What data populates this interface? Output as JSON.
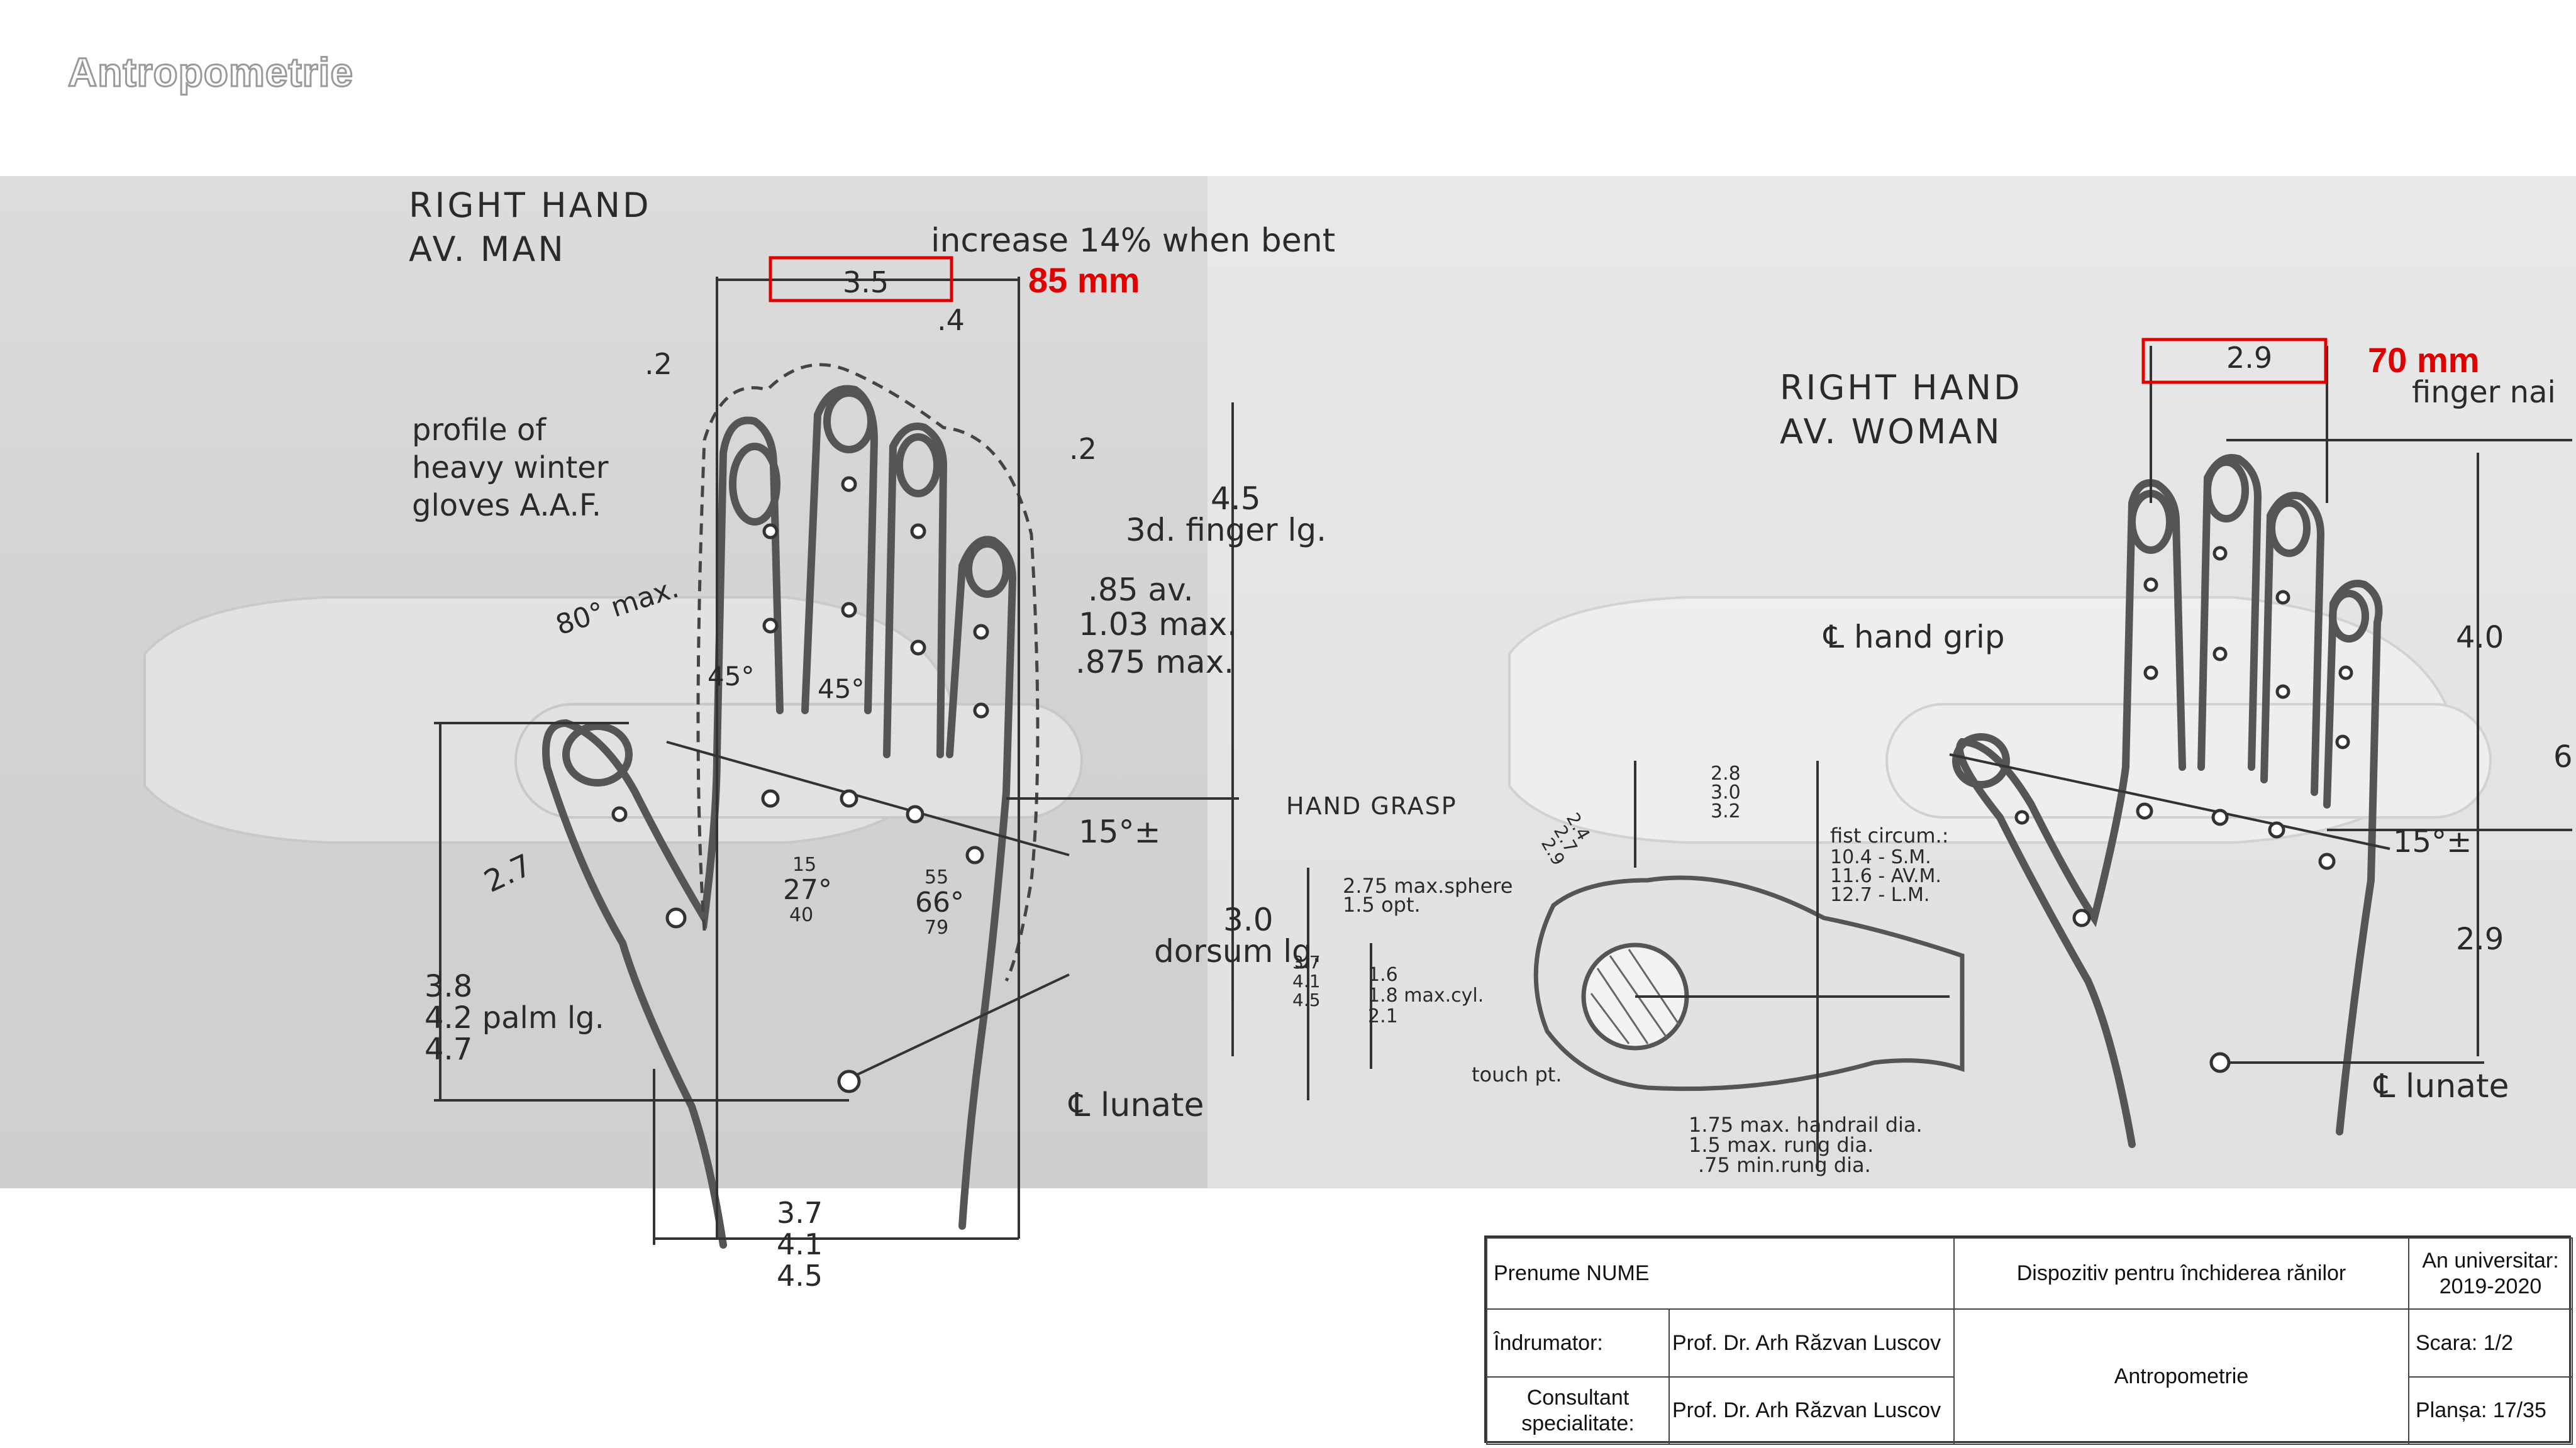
{
  "page": {
    "title": "Antropometrie"
  },
  "left_diagram": {
    "heading_line1": "RIGHT HAND",
    "heading_line2": "AV. MAN",
    "increase_note": "increase 14% when bent",
    "width_top": "3.5",
    "width_top_mm": "85 mm",
    "dim_04": ".4",
    "dim_02_left": ".2",
    "dim_02_right": ".2",
    "gloves_note_1": "profile of",
    "gloves_note_2": "heavy winter",
    "gloves_note_3": "gloves A.A.F.",
    "finger_lg_value": "4.5",
    "finger_lg_label": "3d. finger lg.",
    "dia_av": ".85 av.",
    "dia_max": "1.03 max.",
    "dia_875": ".875 max.",
    "angle_80": "80° max.",
    "angle_45a": "45°",
    "angle_45b": "45°",
    "angle_15": "15°±",
    "thumb_27": "2.7",
    "angles_mid": [
      "15",
      "27°",
      "40"
    ],
    "angles_right": [
      "55",
      "66°",
      "79"
    ],
    "dorsum_value": "3.0",
    "dorsum_label": "dorsum lg.",
    "palm_values": [
      "3.8",
      "4.2 palm lg.",
      "4.7"
    ],
    "lunate": "℄ lunate",
    "bottom_widths": [
      "3.7",
      "4.1",
      "4.5"
    ]
  },
  "grasp_diagram": {
    "heading": "HAND GRASP",
    "sphere_1": "2.75 max.sphere",
    "sphere_2": "1.5  opt.",
    "circ_vals": [
      "2.8",
      "3.0",
      "3.2"
    ],
    "diag_vals": [
      "2.4",
      "2.7",
      "2.9"
    ],
    "cyl_vals": [
      "1.6",
      "1.8 max.cyl.",
      "2.1"
    ],
    "side_vals": [
      "3.7",
      "4.1",
      "4.5"
    ],
    "touch": "touch pt.",
    "fist_1": "fist circum.:",
    "fist_2": "10.4 - S.M.",
    "fist_3": "11.6 - AV.M.",
    "fist_4": "12.7 - L.M.",
    "rail_1": "1.75 max. handrail dia.",
    "rail_2": "1.5 max. rung dia.",
    "rail_3": ".75 min.rung dia."
  },
  "right_diagram": {
    "heading_line1": "RIGHT HAND",
    "heading_line2": "AV. WOMAN",
    "width_top": "2.9",
    "width_top_mm": "70 mm",
    "finger_note": "finger nai",
    "hand_grip": "℄ hand grip",
    "val_40": "4.0",
    "val_6": "6",
    "angle_15": "15°±",
    "val_29": "2.9",
    "lunate": "℄ lunate"
  },
  "title_block": {
    "student": "Prenume NUME",
    "project": "Dispozitiv pentru închiderea rănilor",
    "year_label": "An universitar:",
    "year_value": "2019-2020",
    "coordinator_label": "Îndrumator:",
    "coordinator_name": "Prof. Dr. Arh Răzvan Luscov",
    "consultant_label": "Consultant specialitate:",
    "consultant_name": "Prof. Dr. Arh Răzvan Luscov",
    "sheet_topic": "Antropometrie",
    "scale": "Scara: 1/2",
    "plate": "Planșa: 17/35"
  }
}
